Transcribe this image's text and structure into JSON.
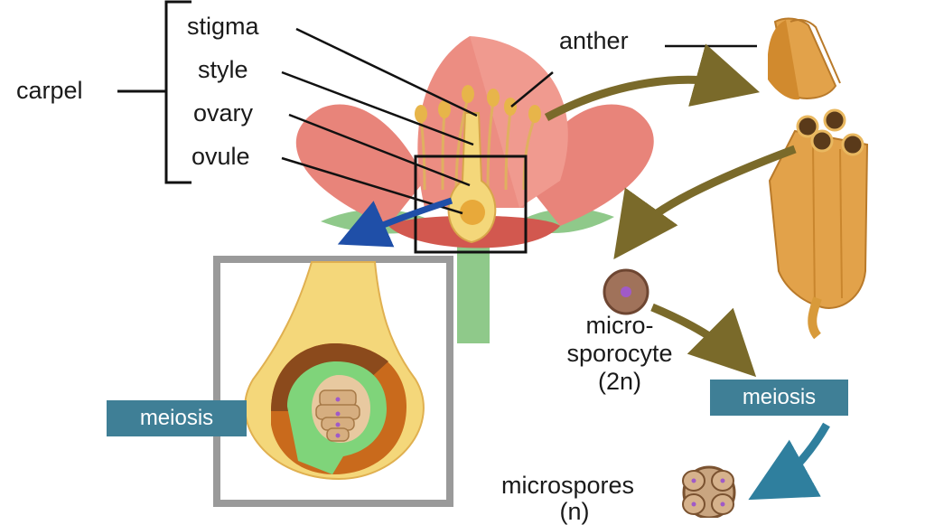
{
  "labels": {
    "carpel": "carpel",
    "stigma": "stigma",
    "style": "style",
    "ovary": "ovary",
    "ovule": "ovule",
    "anther": "anther",
    "microsporocyte_line1": "micro-",
    "microsporocyte_line2": "sporocyte",
    "microsporocyte_ploidy": "(2n)",
    "meiosis_left": "meiosis",
    "meiosis_right": "meiosis",
    "microspores": "microspores",
    "microspores_ploidy": "(n)"
  },
  "colors": {
    "petal": "#e8847a",
    "petal_dark": "#d2584f",
    "stem": "#8fc98a",
    "ovule_outer": "#f4d77a",
    "ovule_green": "#7fd47a",
    "ovule_brown": "#a0522d",
    "anther": "#d99a3a",
    "meiosis_badge": "#3f7f96",
    "arrow_olive": "#7a6a2a",
    "arrow_blue": "#1f4fa8"
  }
}
